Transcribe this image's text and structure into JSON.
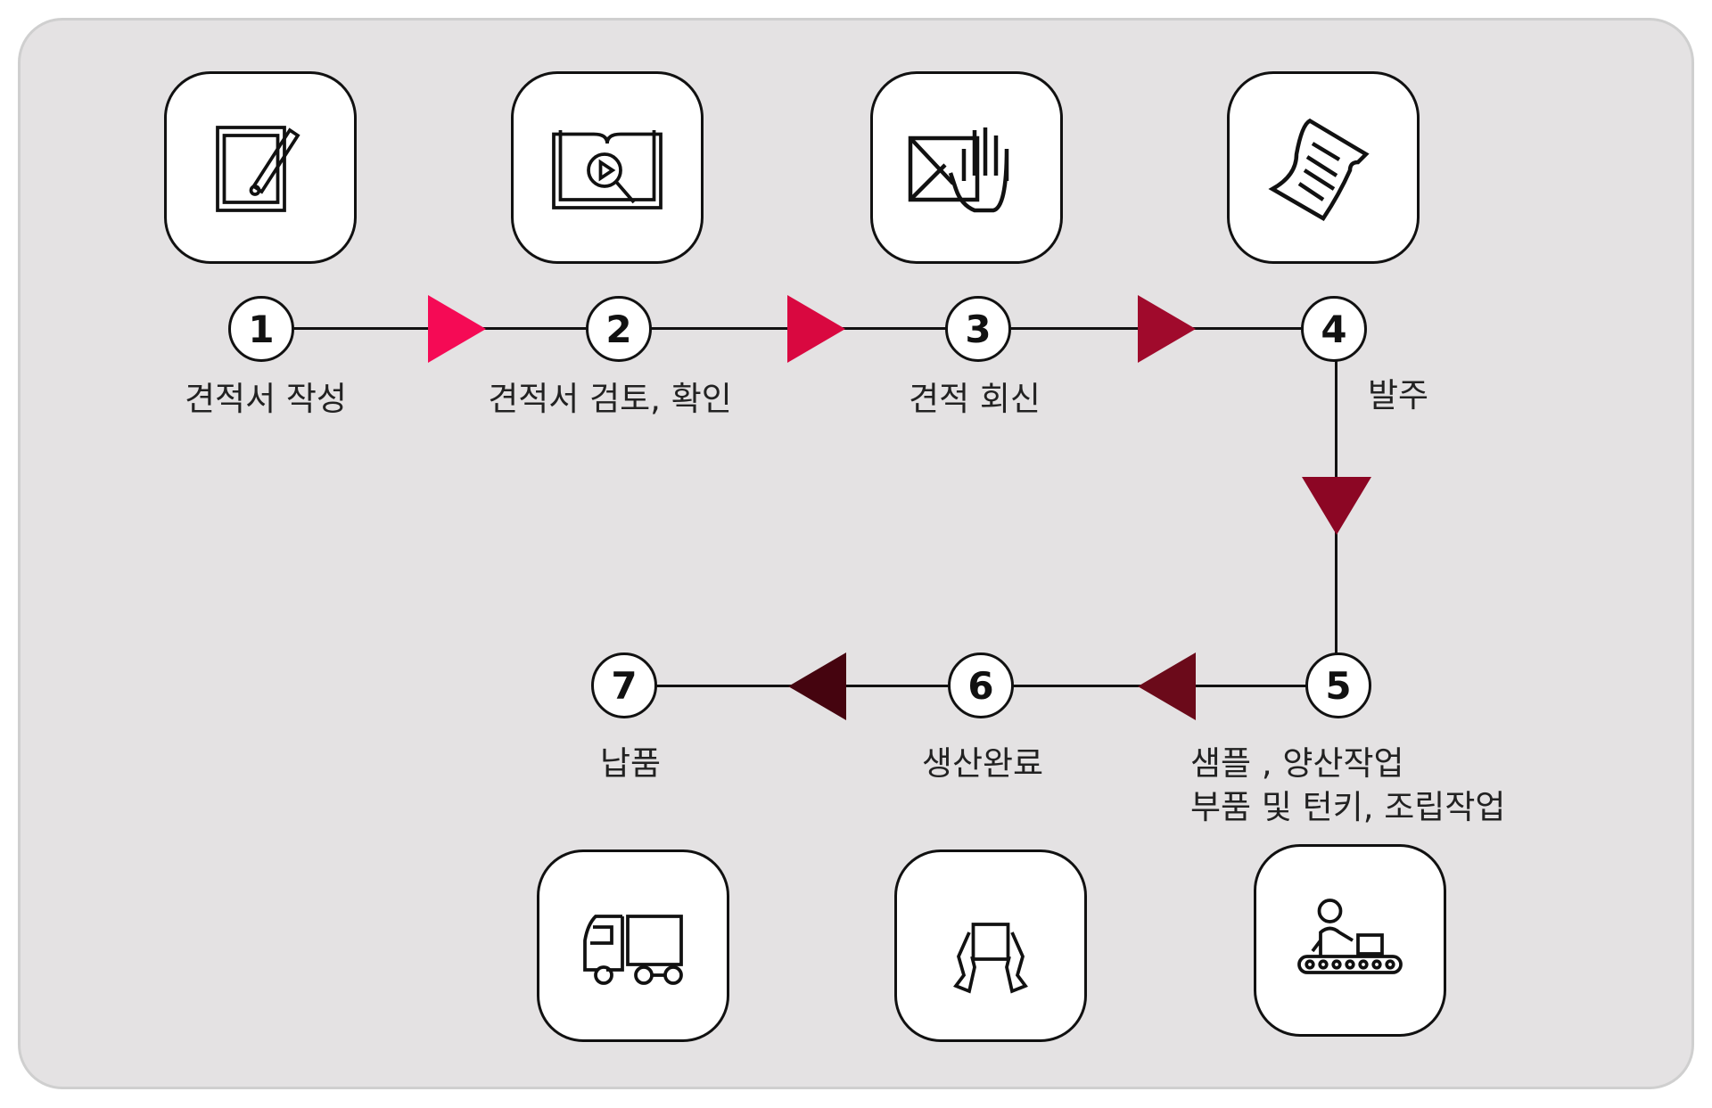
{
  "steps": [
    {
      "num": "1",
      "label": "견적서 작성",
      "icon": "tablet-pen-icon"
    },
    {
      "num": "2",
      "label": "견적서 검토, 확인",
      "icon": "book-magnifier-icon"
    },
    {
      "num": "3",
      "label": "견적 회신",
      "icon": "envelope-hand-icon"
    },
    {
      "num": "4",
      "label": "발주",
      "icon": "scroll-document-icon"
    },
    {
      "num": "5",
      "label_line1": "샘플 , 양산작업",
      "label_line2": "부품 및 턴키, 조립작업",
      "icon": "conveyor-worker-icon"
    },
    {
      "num": "6",
      "label": "생산완료",
      "icon": "hands-box-icon"
    },
    {
      "num": "7",
      "label": "납품",
      "icon": "truck-icon"
    }
  ],
  "arrow_colors": [
    "#F50A55",
    "#D90840",
    "#A00A2C",
    "#8C0624",
    "#6B0A1A",
    "#45040F"
  ]
}
